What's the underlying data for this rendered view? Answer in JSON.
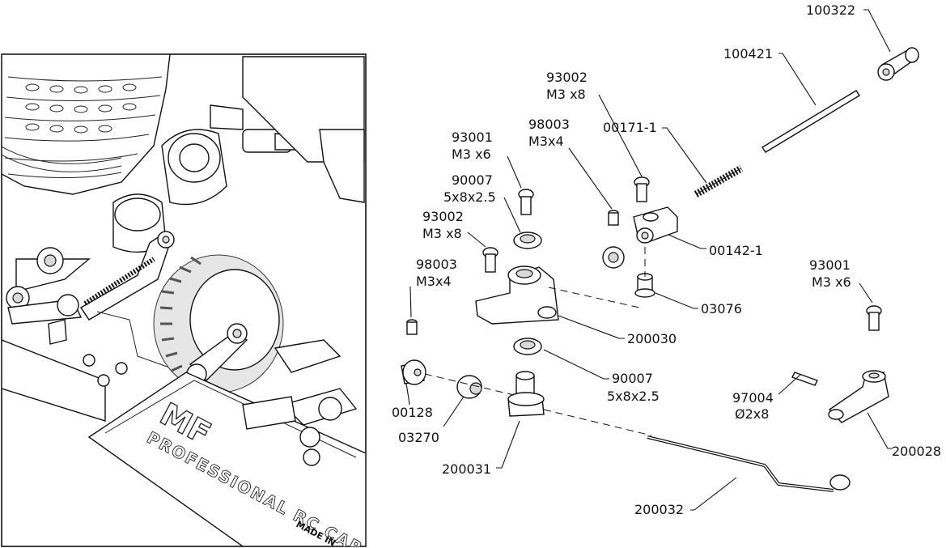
{
  "callouts": [
    {
      "id": "100322",
      "lines": [
        "100322"
      ]
    },
    {
      "id": "100421",
      "lines": [
        "100421"
      ]
    },
    {
      "id": "93002a",
      "lines": [
        "93002",
        "M3 x8"
      ]
    },
    {
      "id": "98003a",
      "lines": [
        "98003",
        "M3x4"
      ]
    },
    {
      "id": "00171-1",
      "lines": [
        "00171-1"
      ]
    },
    {
      "id": "93001a",
      "lines": [
        "93001",
        "M3 x6"
      ]
    },
    {
      "id": "90007a",
      "lines": [
        "90007",
        "5x8x2.5"
      ]
    },
    {
      "id": "93002b",
      "lines": [
        "93002",
        "M3 x8"
      ]
    },
    {
      "id": "00142-1",
      "lines": [
        "00142-1"
      ]
    },
    {
      "id": "98003b",
      "lines": [
        "98003",
        "M3x4"
      ]
    },
    {
      "id": "93001b",
      "lines": [
        "93001",
        "M3 x6"
      ]
    },
    {
      "id": "03076",
      "lines": [
        "03076"
      ]
    },
    {
      "id": "200030",
      "lines": [
        "200030"
      ]
    },
    {
      "id": "90007b",
      "lines": [
        "90007",
        "5x8x2.5"
      ]
    },
    {
      "id": "97004",
      "lines": [
        "97004",
        "Ø2x8"
      ]
    },
    {
      "id": "00128",
      "lines": [
        "00128"
      ]
    },
    {
      "id": "03270",
      "lines": [
        "03270"
      ]
    },
    {
      "id": "200031",
      "lines": [
        "200031"
      ]
    },
    {
      "id": "200028",
      "lines": [
        "200028"
      ]
    },
    {
      "id": "200032",
      "lines": [
        "200032"
      ]
    }
  ],
  "inset": {
    "logo_text": "MF",
    "chassis_text": "PROFESSIONAL RC CAR",
    "made_in_text": "MADE IN"
  }
}
